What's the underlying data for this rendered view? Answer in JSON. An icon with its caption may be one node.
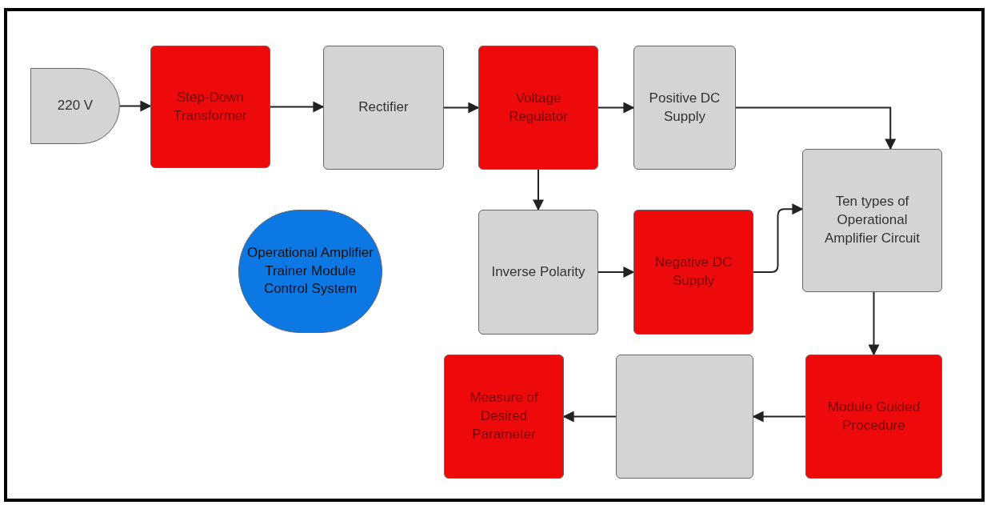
{
  "diagram": {
    "nodes": [
      {
        "text": [
          "220 V"
        ]
      },
      {
        "text": [
          "Step-Down Transformer"
        ]
      },
      {
        "text": [
          "Rectifier"
        ]
      },
      {
        "text": [
          "Voltage Regulator"
        ]
      },
      {
        "text": [
          "Positive DC Supply"
        ]
      },
      {
        "text": [
          "Ten types of Operational Amplifier Circuit"
        ]
      },
      {
        "text": [
          "Operational Amplifier Trainer Module Control System"
        ]
      },
      {
        "text": [
          "Inverse Polarity"
        ]
      },
      {
        "text": [
          "Negative DC Supply"
        ]
      },
      {
        "text": [
          "Module Guided Procedure"
        ]
      },
      {
        "text": [],
        "shape": "box"
      },
      {
        "text": [
          "Measure of Desired Parameter"
        ]
      }
    ],
    "edges": [
      {
        "from": 0,
        "to": 1,
        "arrow": "to"
      },
      {
        "from": 1,
        "to": 2,
        "arrow": "to"
      },
      {
        "from": 2,
        "to": 3,
        "arrow": "to"
      },
      {
        "from": 3,
        "to": 4,
        "arrow": "to"
      },
      {
        "from": 4,
        "to": 5,
        "arrow": "to"
      },
      {
        "from": 3,
        "to": 7,
        "arrow": "to"
      },
      {
        "from": 7,
        "to": 8,
        "arrow": "to"
      },
      {
        "from": 8,
        "to": 5,
        "arrow": "to"
      },
      {
        "from": 5,
        "to": 9,
        "arrow": "to"
      },
      {
        "from": 9,
        "to": 10,
        "arrow": "to"
      },
      {
        "from": 10,
        "to": 11,
        "arrow": "to"
      }
    ]
  }
}
